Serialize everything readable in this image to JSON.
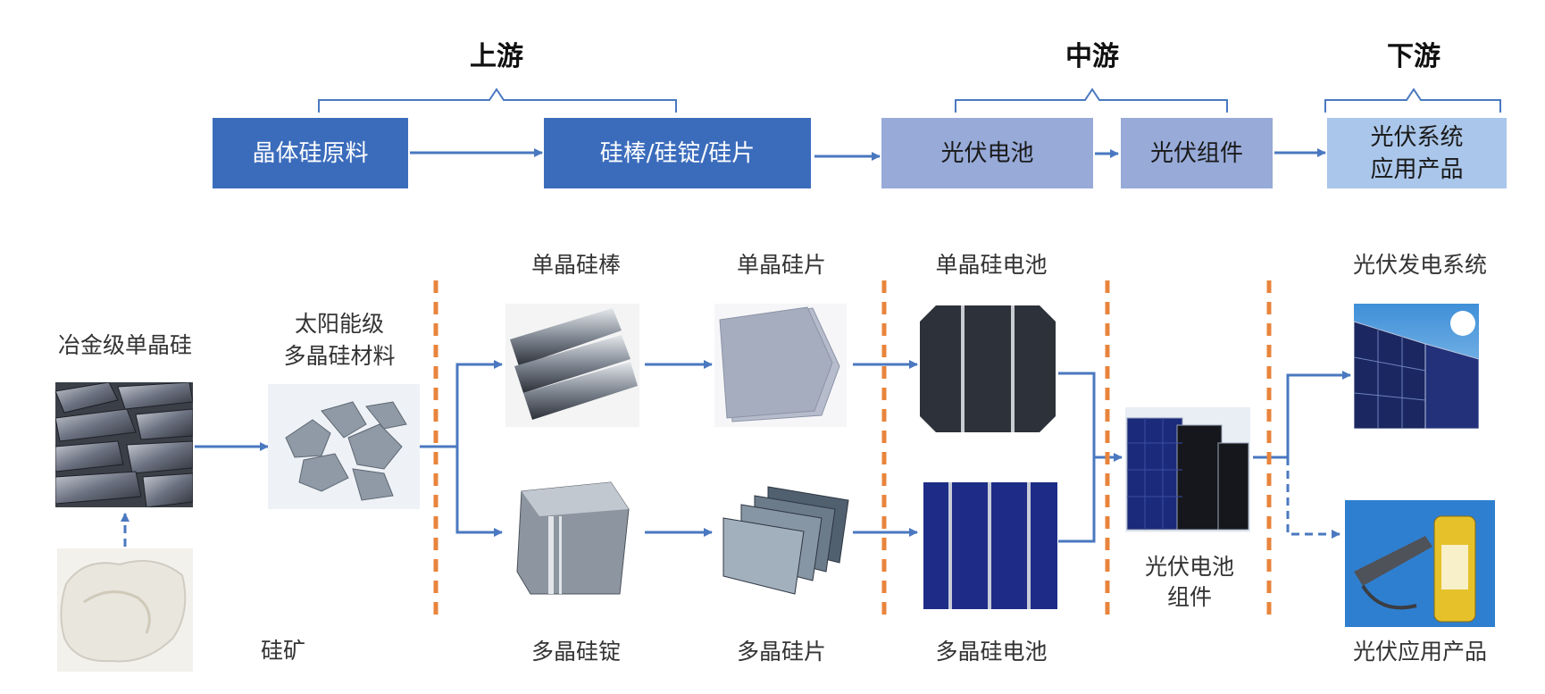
{
  "stages": {
    "upstream": "上游",
    "midstream": "中游",
    "downstream": "下游"
  },
  "flow_boxes": {
    "raw_material": "晶体硅原料",
    "rod_ingot_wafer": "硅棒/硅锭/硅片",
    "pv_cell": "光伏电池",
    "pv_module": "光伏组件",
    "pv_system_line1": "光伏系统",
    "pv_system_line2": "应用产品"
  },
  "items": {
    "metallurgical_silicon": "冶金级单晶硅",
    "silicon_ore": "硅矿",
    "solar_poly_line1": "太阳能级",
    "solar_poly_line2": "多晶硅材料",
    "mono_rod": "单晶硅棒",
    "mono_wafer": "单晶硅片",
    "mono_cell": "单晶硅电池",
    "poly_ingot": "多晶硅锭",
    "poly_wafer": "多晶硅片",
    "poly_cell": "多晶硅电池",
    "module_line1": "光伏电池",
    "module_line2": "组件",
    "power_system": "光伏发电系统",
    "application_products": "光伏应用产品"
  },
  "colors": {
    "box_dark": "#3b6cbc",
    "box_light": "#97aad8",
    "box_pale": "#aac6ea",
    "arrow": "#4a78c0",
    "divider": "#e8843c"
  }
}
